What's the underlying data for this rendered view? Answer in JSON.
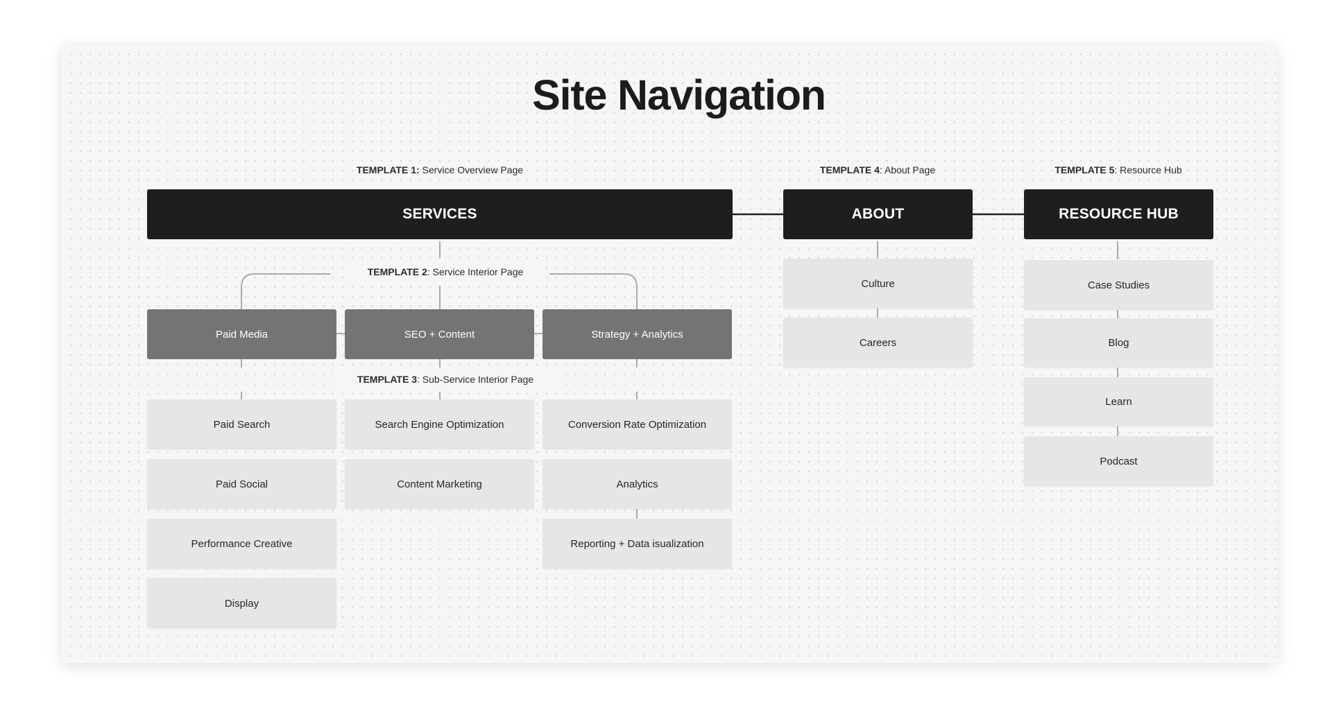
{
  "title": "Site Navigation",
  "templates": {
    "t1": {
      "bold": "TEMPLATE 1:",
      "text": " Service Overview Page"
    },
    "t2": {
      "bold": "TEMPLATE 2",
      "text": ": Service Interior Page"
    },
    "t3": {
      "bold": "TEMPLATE 3",
      "text": ": Sub-Service Interior Page"
    },
    "t4": {
      "bold": "TEMPLATE 4",
      "text": ": About Page"
    },
    "t5": {
      "bold": "TEMPLATE 5",
      "text": ": Resource Hub"
    }
  },
  "top_level": {
    "services": "SERVICES",
    "about": "ABOUT",
    "resource_hub": "RESOURCE HUB"
  },
  "services": [
    {
      "label": "Paid Media",
      "children": [
        "Paid Search",
        "Paid Social",
        "Performance Creative",
        "Display"
      ]
    },
    {
      "label": "SEO + Content",
      "children": [
        "Search Engine Optimization",
        "Content Marketing"
      ]
    },
    {
      "label": "Strategy + Analytics",
      "children": [
        "Conversion Rate Optimization",
        "Analytics",
        "Reporting + Data isualization"
      ]
    }
  ],
  "about": [
    "Culture",
    "Careers"
  ],
  "resource_hub": [
    "Case Studies",
    "Blog",
    "Learn",
    "Podcast"
  ],
  "colors": {
    "dark": "#1e1e1e",
    "mid": "#747474",
    "light": "#e6e6e6",
    "line": "#aaaaaa"
  }
}
